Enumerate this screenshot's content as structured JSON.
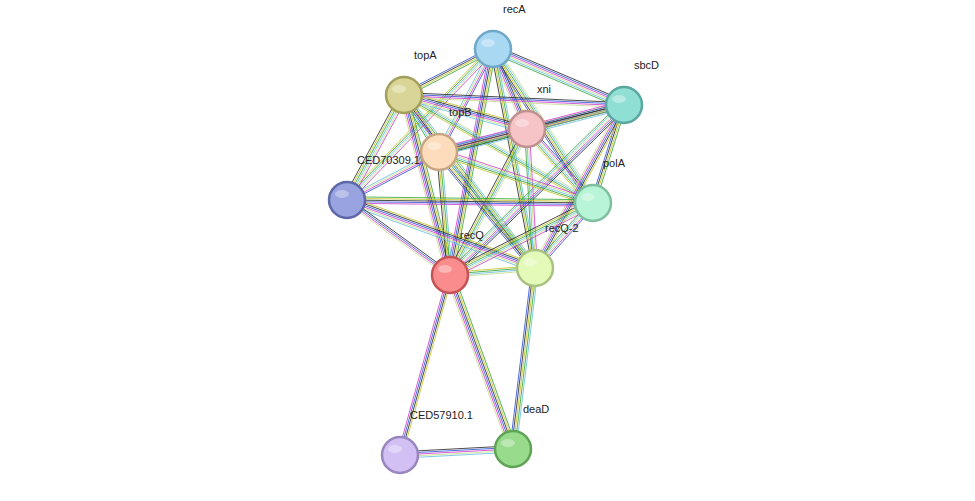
{
  "diagram": {
    "nodes": [
      {
        "text": [
          "recA"
        ]
      },
      {
        "text": [
          "topA"
        ]
      },
      {
        "text": [
          "xni"
        ]
      },
      {
        "text": [
          "sbcD"
        ]
      },
      {
        "text": [
          "topB"
        ]
      },
      {
        "text": [
          "CED70309.1"
        ]
      },
      {
        "text": [
          "polA"
        ]
      },
      {
        "text": [
          "recQ-2"
        ]
      },
      {
        "text": [
          "recQ"
        ]
      },
      {
        "text": [
          "deaD"
        ]
      },
      {
        "text": [
          "CED57910.1"
        ]
      }
    ],
    "edges": [
      {
        "from": 0,
        "to": 1,
        "arrow": "none"
      },
      {
        "from": 0,
        "to": 2,
        "arrow": "none"
      },
      {
        "from": 0,
        "to": 3,
        "arrow": "none"
      },
      {
        "from": 0,
        "to": 4,
        "arrow": "none"
      },
      {
        "from": 0,
        "to": 5,
        "arrow": "none"
      },
      {
        "from": 0,
        "to": 6,
        "arrow": "none"
      },
      {
        "from": 0,
        "to": 7,
        "arrow": "none"
      },
      {
        "from": 0,
        "to": 8,
        "arrow": "none"
      },
      {
        "from": 1,
        "to": 2,
        "arrow": "none"
      },
      {
        "from": 1,
        "to": 3,
        "arrow": "none"
      },
      {
        "from": 1,
        "to": 4,
        "arrow": "none"
      },
      {
        "from": 1,
        "to": 5,
        "arrow": "none"
      },
      {
        "from": 1,
        "to": 6,
        "arrow": "none"
      },
      {
        "from": 1,
        "to": 7,
        "arrow": "none"
      },
      {
        "from": 1,
        "to": 8,
        "arrow": "none"
      },
      {
        "from": 2,
        "to": 3,
        "arrow": "none"
      },
      {
        "from": 2,
        "to": 4,
        "arrow": "none"
      },
      {
        "from": 2,
        "to": 6,
        "arrow": "none"
      },
      {
        "from": 2,
        "to": 7,
        "arrow": "none"
      },
      {
        "from": 2,
        "to": 8,
        "arrow": "none"
      },
      {
        "from": 3,
        "to": 4,
        "arrow": "none"
      },
      {
        "from": 3,
        "to": 6,
        "arrow": "none"
      },
      {
        "from": 3,
        "to": 7,
        "arrow": "none"
      },
      {
        "from": 3,
        "to": 8,
        "arrow": "none"
      },
      {
        "from": 4,
        "to": 5,
        "arrow": "none"
      },
      {
        "from": 4,
        "to": 6,
        "arrow": "none"
      },
      {
        "from": 4,
        "to": 7,
        "arrow": "none"
      },
      {
        "from": 4,
        "to": 8,
        "arrow": "none"
      },
      {
        "from": 5,
        "to": 6,
        "arrow": "none"
      },
      {
        "from": 5,
        "to": 7,
        "arrow": "none"
      },
      {
        "from": 5,
        "to": 8,
        "arrow": "none"
      },
      {
        "from": 6,
        "to": 7,
        "arrow": "none"
      },
      {
        "from": 6,
        "to": 8,
        "arrow": "none"
      },
      {
        "from": 7,
        "to": 8,
        "arrow": "none"
      },
      {
        "from": 7,
        "to": 9,
        "arrow": "none"
      },
      {
        "from": 8,
        "to": 9,
        "arrow": "none"
      },
      {
        "from": 8,
        "to": 10,
        "arrow": "none"
      },
      {
        "from": 10,
        "to": 9,
        "arrow": "none"
      }
    ]
  }
}
